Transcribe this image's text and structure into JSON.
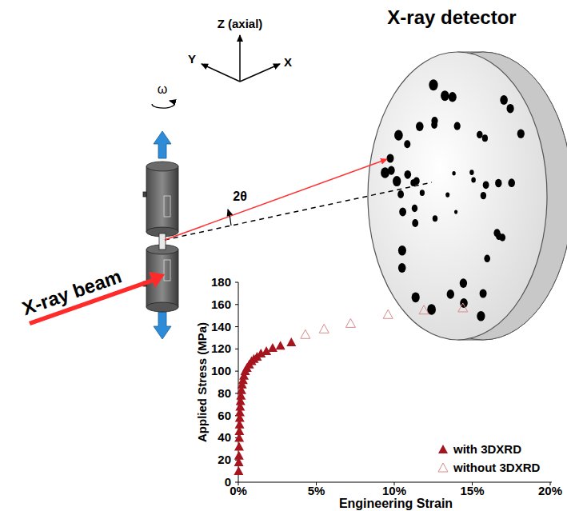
{
  "diagram": {
    "labels": [
      "X-ray detector",
      "Z (axial)",
      "Y",
      "X",
      "ω",
      "2θ",
      "X-ray beam",
      "180",
      "160",
      "140",
      "120",
      "100",
      "80",
      "60",
      "40",
      "20",
      "0",
      "Applied Stress (MPa)",
      "0%",
      "5%",
      "10%",
      "15%",
      "20%",
      "Engineering Strain"
    ],
    "legend": [
      {
        "text": "with 3DXRD"
      },
      {
        "text": "without 3DXRD"
      }
    ]
  }
}
